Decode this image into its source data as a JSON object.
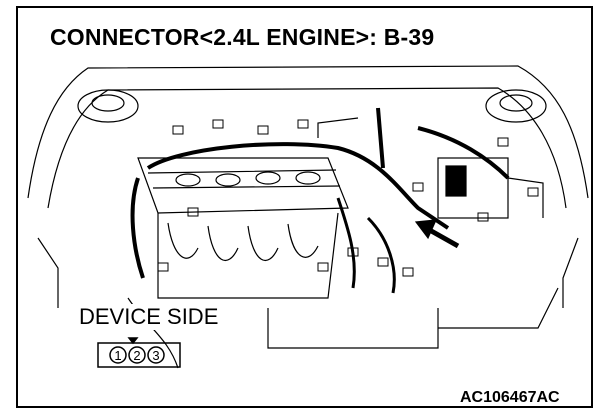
{
  "title": "CONNECTOR<2.4L ENGINE>: B-39",
  "device_label": "DEVICE SIDE",
  "connector_pins": [
    "1",
    "2",
    "3"
  ],
  "figure_code": "AC106467AC",
  "colors": {
    "line": "#000000",
    "background": "#ffffff"
  },
  "icons": [
    "locator-arrow-icon",
    "connector-icon"
  ]
}
